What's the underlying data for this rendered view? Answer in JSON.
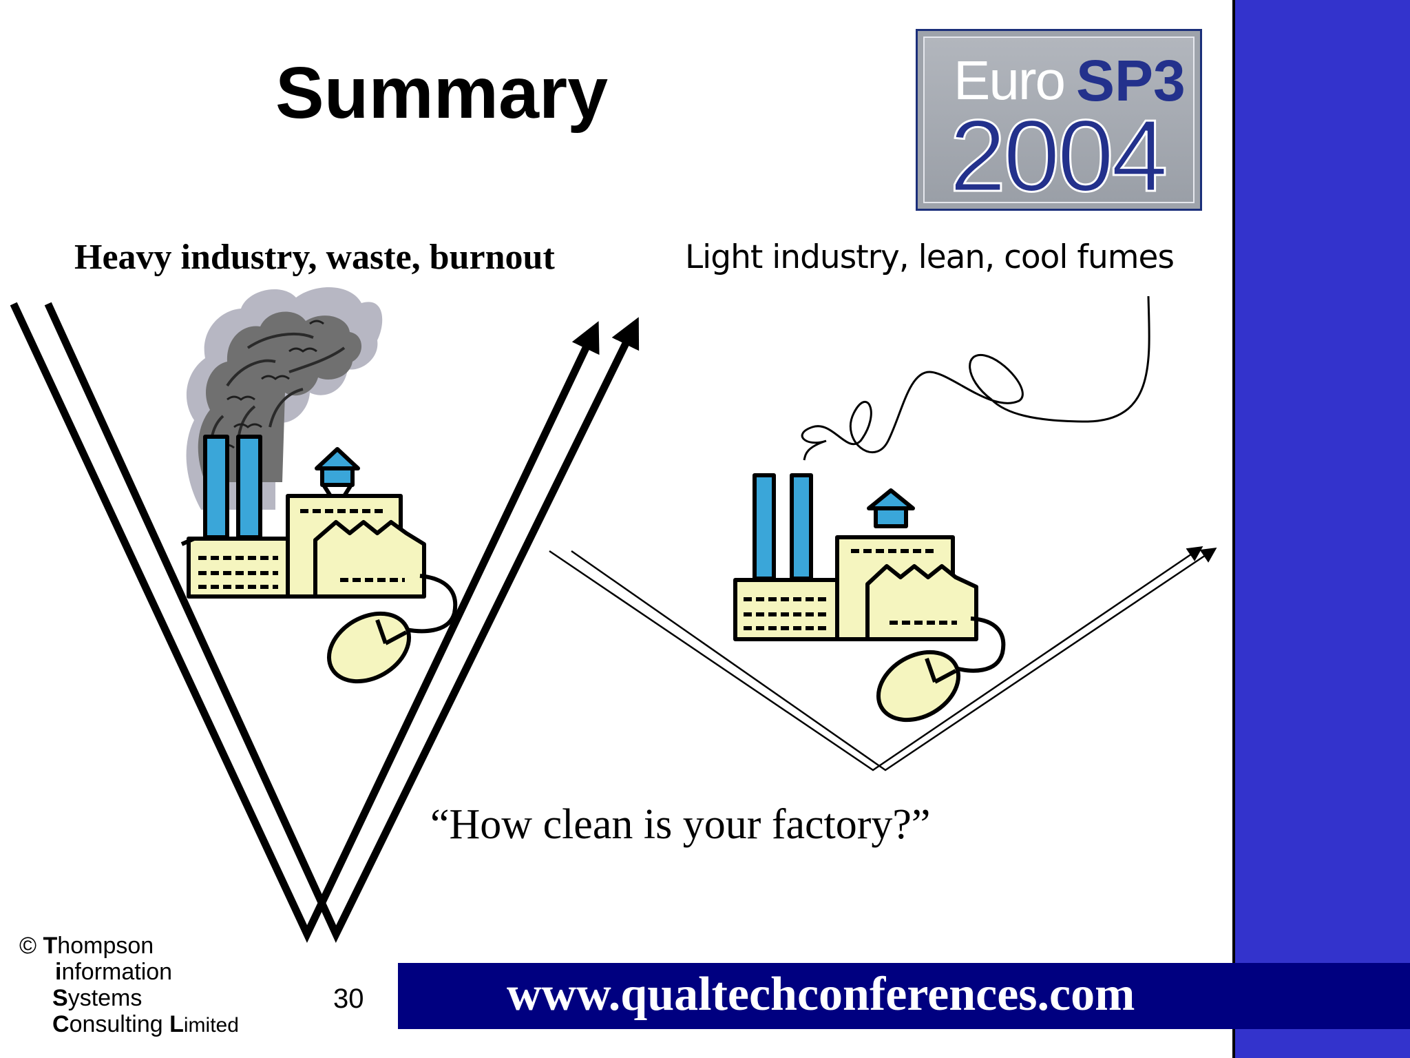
{
  "slide": {
    "title": "Summary",
    "heavy_label": "Heavy industry, waste, burnout",
    "light_label": "Light industry, lean, cool fumes",
    "question": "“How clean is your factory?”",
    "page_number": "30",
    "url": "www.qualtechconferences.com"
  },
  "logo": {
    "euro": "Euro",
    "sp3": "SP3",
    "year": "2004"
  },
  "copyright": {
    "symbol": "©",
    "line1_initial": "T",
    "line1_rest": "hompson",
    "line2_initial": "i",
    "line2_rest": "nformation",
    "line3_initial": "S",
    "line3_rest": "ystems",
    "line4_initial": "C",
    "line4_rest": "onsulting ",
    "line4_initial2": "L",
    "line4_rest2": "imited"
  },
  "colors": {
    "right_bar": "#3333cc",
    "url_bar": "#000080",
    "factory_fill": "#f5f5bf",
    "chimney_blue": "#3aa6d9",
    "smoke_gray": "#8a8a8a",
    "logo_blue": "#23318c"
  }
}
